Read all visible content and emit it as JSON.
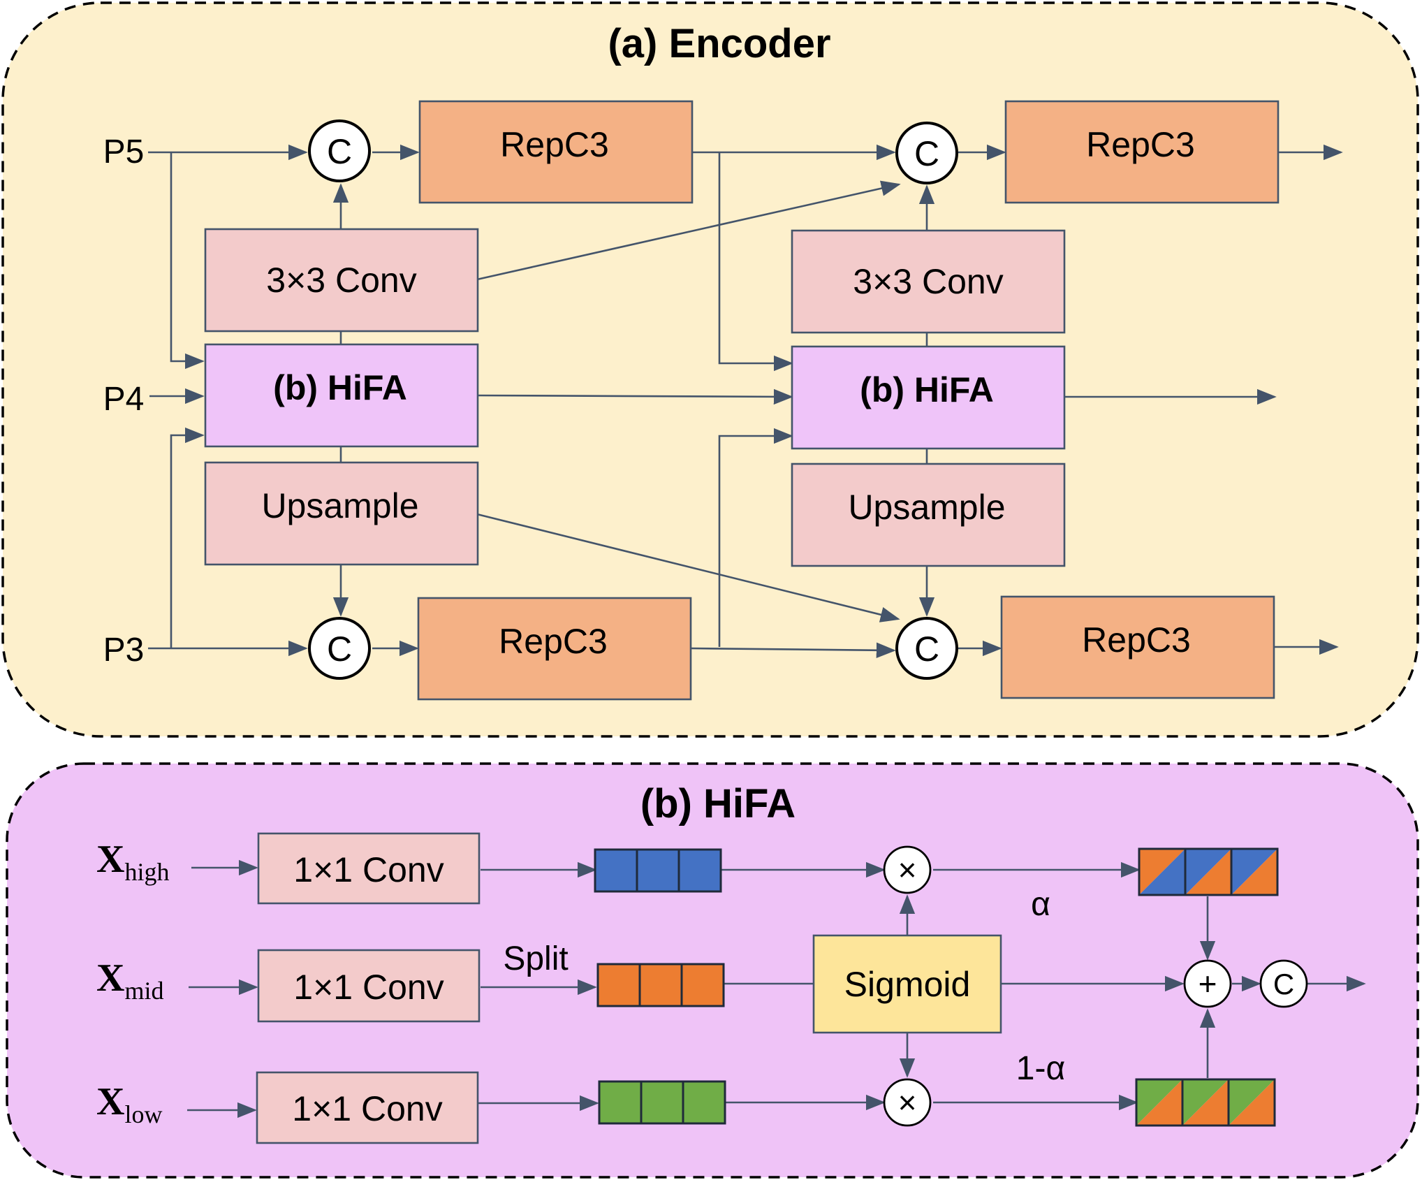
{
  "encoder": {
    "title": "(a) Encoder",
    "inputs": {
      "p5": "P5",
      "p4": "P4",
      "p3": "P3"
    },
    "repc3_label": "RepC3",
    "conv3_label": "3×3 Conv",
    "hifa_label": "(b) HiFA",
    "upsample_label": "Upsample",
    "concat_label": "C"
  },
  "hifa": {
    "title": "(b) HiFA",
    "inputs": {
      "high": {
        "main": "X",
        "sub": "high"
      },
      "mid": {
        "main": "X",
        "sub": "mid"
      },
      "low": {
        "main": "X",
        "sub": "low"
      }
    },
    "conv1_label": "1×1 Conv",
    "split_label": "Split",
    "sigmoid_label": "Sigmoid",
    "alpha_label": "α",
    "one_minus_alpha_label": "1-α",
    "multiply_symbol": "×",
    "add_symbol": "+",
    "concat_label": "C"
  },
  "colors": {
    "encoder_bg": "#fdf0cc",
    "hifa_bg": "#efc3f7",
    "repc3": "#f4b185",
    "conv_box": "#f3cbcb",
    "hifa_box": "#efc4f9",
    "sigmoid": "#fde59a",
    "feature_blue": "#4472c4",
    "feature_orange": "#ed7d31",
    "feature_green": "#70ad47",
    "line": "#44546a"
  }
}
